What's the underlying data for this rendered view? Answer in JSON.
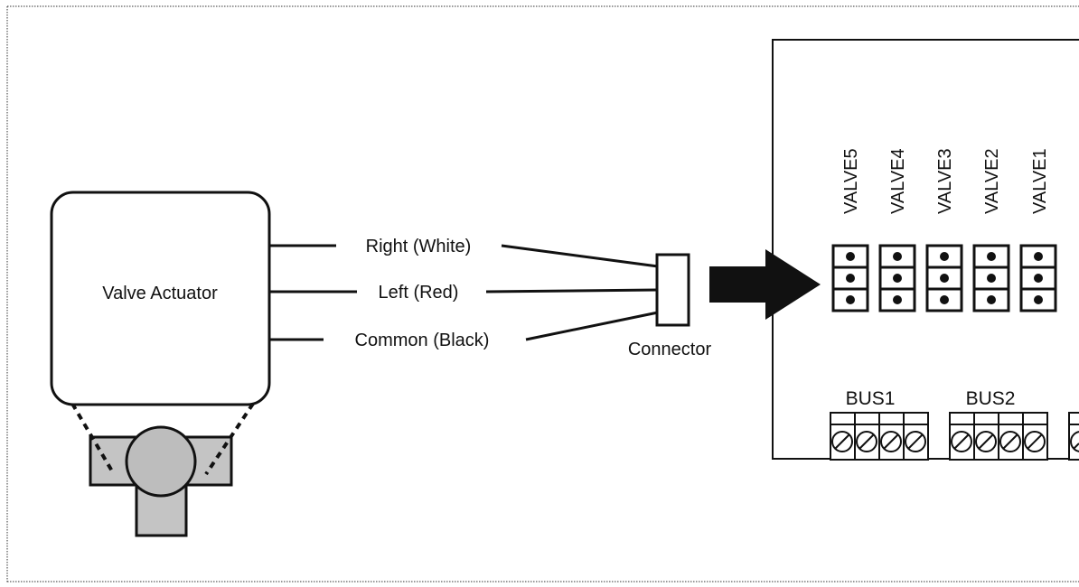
{
  "diagram": {
    "actuator": {
      "label": "Valve Actuator"
    },
    "wires": [
      {
        "label": "Right (White)"
      },
      {
        "label": "Left (Red)"
      },
      {
        "label": "Common (Black)"
      }
    ],
    "connector": {
      "label": "Connector"
    },
    "board": {
      "valves": [
        "VALVE5",
        "VALVE4",
        "VALVE3",
        "VALVE2",
        "VALVE1"
      ],
      "buses": [
        "BUS1",
        "BUS2"
      ]
    },
    "colors": {
      "line": "#111111",
      "valve_body": "#c4c4c4",
      "ball": "#bdbdbd"
    }
  }
}
